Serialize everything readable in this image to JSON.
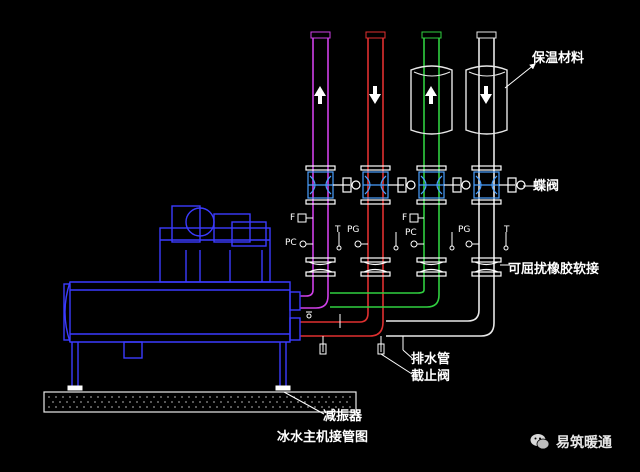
{
  "diagram": {
    "title": "冰水主机接管图",
    "labels": {
      "insulation": "保温材料",
      "butterfly_valve": "蝶阀",
      "flex_joint": "可屈扰橡胶软接",
      "drain_pipe": "排水管",
      "stop_valve": "截止阀",
      "vibration_isolator": "减振器"
    },
    "instrument_tags": {
      "flow_switch": "F",
      "pressure_gauge": "PG",
      "pressure_connection": "PC",
      "temperature": "T"
    }
  },
  "watermark": {
    "text": "易筑暖通",
    "icon": "wechat-icon"
  },
  "colors": {
    "background": "#000000",
    "chiller": "#3b3bff",
    "pipe_magenta": "#d040e8",
    "pipe_red": "#e03030",
    "pipe_green": "#30d040",
    "pipe_white": "#e8e8e8"
  }
}
